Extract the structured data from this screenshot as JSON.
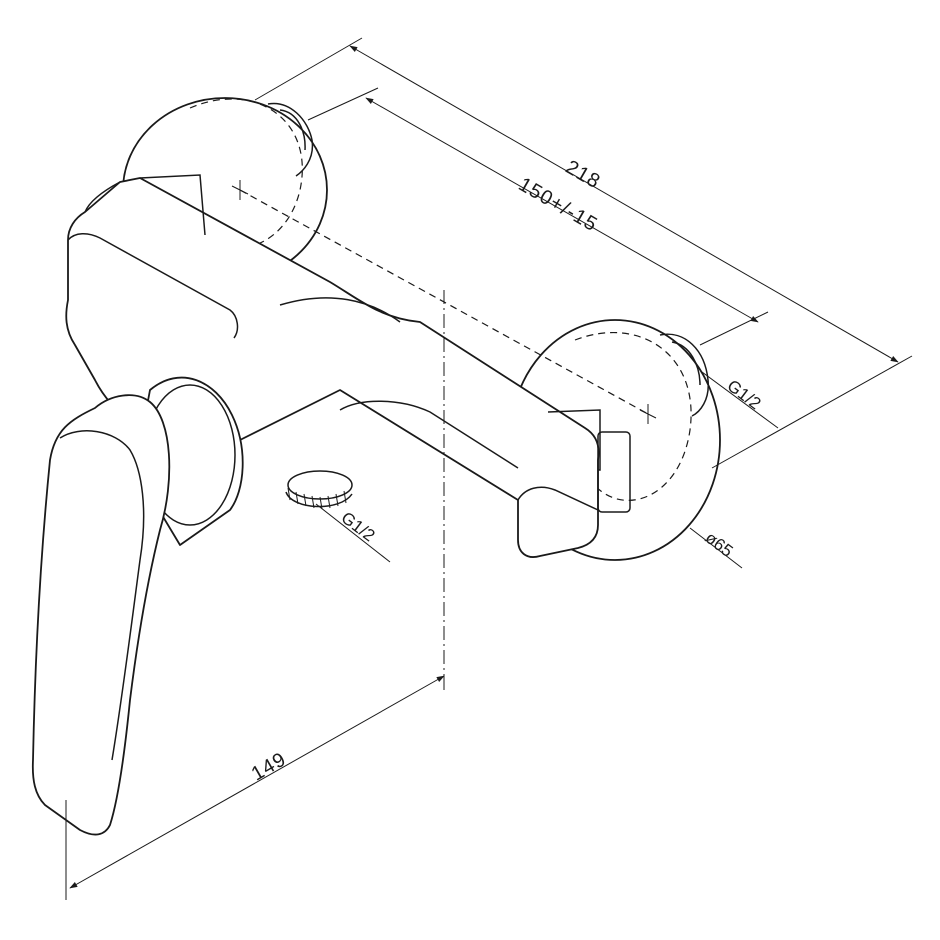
{
  "drawing": {
    "dimensions": {
      "overall_length": "218",
      "center_distance": "150+/-15",
      "depth": "149"
    },
    "callouts": {
      "inlet_thread": "G1/2",
      "outlet_thread": "G1/2",
      "escutcheon_diameter": "ø65"
    }
  }
}
